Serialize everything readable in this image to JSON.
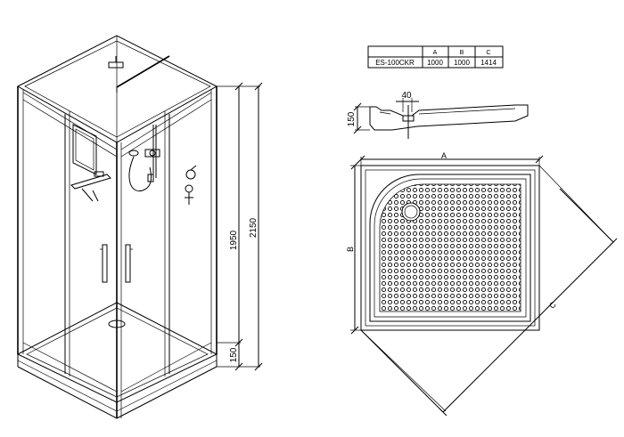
{
  "spec_table": {
    "headers": [
      "",
      "A",
      "B",
      "C"
    ],
    "model": "ES-100CKR",
    "values": [
      "1000",
      "1000",
      "1414"
    ]
  },
  "cabin_dimensions": {
    "total_height": "2150",
    "glass_height": "1950",
    "tray_height": "150"
  },
  "tray_profile": {
    "height": "150",
    "depth": "40"
  },
  "tray_plan": {
    "width_label": "A",
    "depth_label": "B",
    "diagonal_label": "C"
  }
}
